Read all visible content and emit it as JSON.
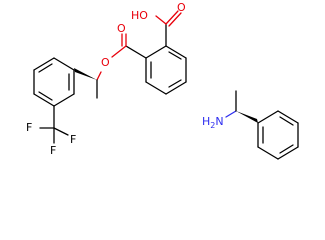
{
  "molecule_left": {
    "atoms": {
      "hydroxyl": "HO",
      "carbonyl_o_acid": "O",
      "carbonyl_o_ester": "O",
      "ester_o": "O",
      "fluorine_1": "F",
      "fluorine_2": "F",
      "fluorine_3": "F"
    }
  },
  "molecule_right": {
    "atoms": {
      "amine": "H2N"
    }
  },
  "colors": {
    "carbon_bond": "#000000",
    "oxygen": "#e8000b",
    "nitrogen": "#2d2df0",
    "fluorine": "#000000"
  }
}
